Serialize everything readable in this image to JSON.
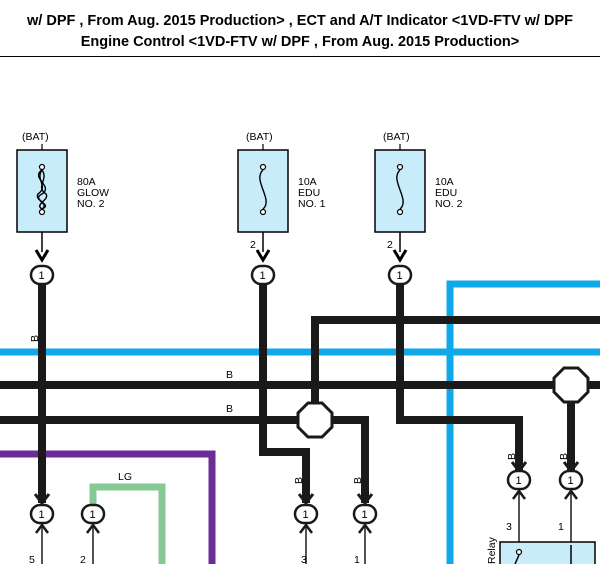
{
  "header": {
    "line1": "w/ DPF , From Aug. 2015 Production> , ECT and A/T Indicator <1VD-FTV w/ DPF",
    "line2": "Engine Control <1VD-FTV w/ DPF , From Aug. 2015 Production>"
  },
  "fuses": [
    {
      "source": "(BAT)",
      "rating": "80A",
      "name1": "GLOW",
      "name2": "NO. 2",
      "pin": ""
    },
    {
      "source": "(BAT)",
      "rating": "10A",
      "name1": "EDU",
      "name2": "NO. 1",
      "pin": "2"
    },
    {
      "source": "(BAT)",
      "rating": "10A",
      "name1": "EDU",
      "name2": "NO. 2",
      "pin": "2"
    }
  ],
  "connector_label": "1",
  "wire_colors": {
    "B": "B",
    "LG": "LG"
  },
  "bottom_pins": {
    "p1": "5",
    "p2": "2",
    "p3": "3",
    "p4": "1",
    "p5": "3",
    "p6": "1"
  },
  "relay_label": "Relay",
  "colors": {
    "black_wire": "#1a1a1a",
    "blue_wire": "#10a8e8",
    "purple_wire": "#6a2e96",
    "green_wire": "#86c994",
    "fuse_fill": "#c9ecfa"
  }
}
